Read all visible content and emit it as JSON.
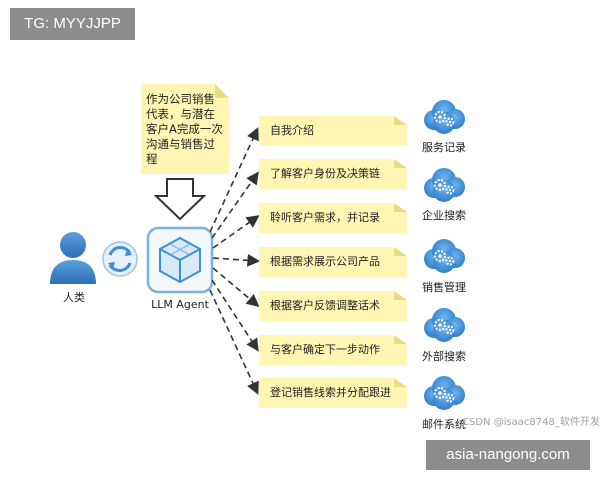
{
  "badges": {
    "tg": "TG: MYYJJPP",
    "site": "asia-nangong.com"
  },
  "note": {
    "text": "作为公司销售\n代表，与潜在\n客户A完成一次\n沟通与销售过\n程"
  },
  "actors": {
    "human_label": "人类",
    "agent_label": "LLM Agent"
  },
  "tasks": [
    {
      "label": "自我介绍"
    },
    {
      "label": "了解客户身份及决策链"
    },
    {
      "label": "聆听客户需求，并记录"
    },
    {
      "label": "根据需求展示公司产品"
    },
    {
      "label": "根据客户反馈调整话术"
    },
    {
      "label": "与客户确定下一步动作"
    },
    {
      "label": "登记销售线索并分配跟进"
    }
  ],
  "services": [
    {
      "label": "服务记录",
      "icon": "cloud-gear-icon"
    },
    {
      "label": "企业搜索",
      "icon": "cloud-gear-icon"
    },
    {
      "label": "销售管理",
      "icon": "cloud-gear-icon"
    },
    {
      "label": "外部搜索",
      "icon": "cloud-gear-icon"
    },
    {
      "label": "邮件系统",
      "icon": "cloud-gear-icon"
    }
  ],
  "watermark": "CSDN @isaac8748_软件开发",
  "colors": {
    "note_fill": "#fff6b3",
    "cloud_blue": "#3d8fd6",
    "person_blue": "#3b7fc4",
    "arrow": "#333333"
  }
}
